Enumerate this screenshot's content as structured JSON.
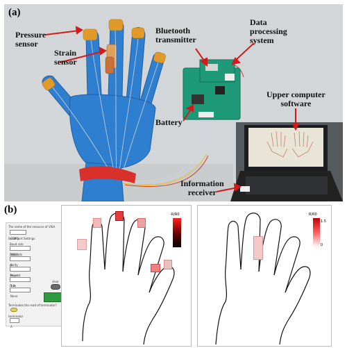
{
  "panel_a": {
    "letter": "(a)",
    "labels": {
      "pressure_sensor": "Pressure\nsensor",
      "strain_sensor": "Strain\nsensor",
      "bluetooth_transmitter": "Bluetooth\ntransmitter",
      "data_processing_system": "Data\nprocessing\nsystem",
      "upper_computer_software": "Upper computer\nsoftware",
      "battery": "Battery",
      "information_receiver": "Information\nreceiver"
    }
  },
  "panel_b": {
    "letter": "(b)",
    "controls": {
      "title": "The name of the resource of VISA",
      "visa_value": "COM5",
      "serial_settings": "Serial port Settings",
      "baud_label": "Baud rate",
      "baud_value": "9600",
      "data_bits_label": "Data bits",
      "data_bits_value": "8",
      "parity_label": "parity",
      "parity_value": "None",
      "stop_bit_label": "Stop bit",
      "stop_bit_value": "1.0",
      "flow_label": "Flow",
      "flow_value": "None",
      "clear_label": "clear",
      "terminates_label": "Terminates the read of terminator?",
      "terminator_label": "terminator",
      "terminator_value": "A"
    },
    "colorbar_left": {
      "title": "-R/R0",
      "top": "",
      "bottom": ""
    },
    "colorbar_right": {
      "title": "R/R0",
      "top": "1.5",
      "bottom": "0"
    }
  }
}
